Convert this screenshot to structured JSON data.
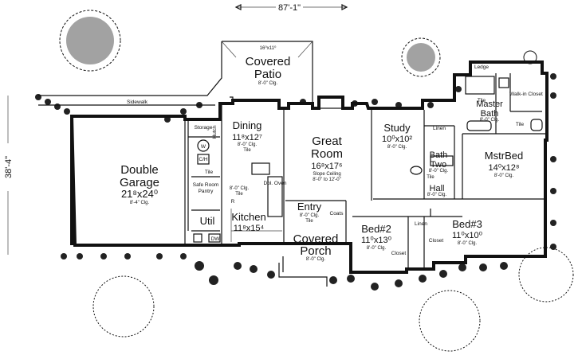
{
  "dimensions": {
    "width": "87'-1\"",
    "depth": "38'-4\""
  },
  "rooms": [
    {
      "key": "patio",
      "name_lines": [
        "Covered",
        "Patio"
      ],
      "size": "16⁰x11⁰",
      "note": "8'-0\" Clg."
    },
    {
      "key": "garage",
      "name_lines": [
        "Double",
        "Garage"
      ],
      "size": "21⁸x24⁰",
      "note": "8'-4\" Clg."
    },
    {
      "key": "dining",
      "name_lines": [
        "Dining"
      ],
      "size": "11⁸x12⁷",
      "note": "8'-0\" Clg.",
      "note2": "Tile"
    },
    {
      "key": "great",
      "name_lines": [
        "Great",
        "Room"
      ],
      "size": "16⁸x17⁶",
      "note": "Slope Ceiling",
      "note2": "8'-0\" to 12'-0\""
    },
    {
      "key": "study",
      "name_lines": [
        "Study"
      ],
      "size": "10⁰x10²",
      "note": "8'-0\" Clg."
    },
    {
      "key": "master_bath",
      "name_lines": [
        "Master",
        "Bath"
      ],
      "note": "8'-0\" Clg."
    },
    {
      "key": "mstr_bed",
      "name_lines": [
        "MstrBed"
      ],
      "size": "14⁰x12⁸",
      "note": "8'-0\" Clg."
    },
    {
      "key": "bath_two",
      "name_lines": [
        "Bath",
        "Two"
      ],
      "note": "8'-0\" Clg."
    },
    {
      "key": "hall",
      "name_lines": [
        "Hall"
      ],
      "note": "8'-0\" Clg."
    },
    {
      "key": "kitchen",
      "name_lines": [
        "Kitchen"
      ],
      "size": "11⁸x15⁴",
      "note": "8'-0\" Clg.",
      "note2": "Tile"
    },
    {
      "key": "util",
      "name_lines": [
        "Util"
      ]
    },
    {
      "key": "entry",
      "name_lines": [
        "Entry"
      ],
      "note": "8'-0\" Clg.",
      "note2": "Tile"
    },
    {
      "key": "porch",
      "name_lines": [
        "Covered",
        "Porch"
      ],
      "note": "8'-0\" Clg."
    },
    {
      "key": "bed2",
      "name_lines": [
        "Bed#2"
      ],
      "size": "11⁰x13⁰",
      "note": "8'-0\" Clg."
    },
    {
      "key": "bed3",
      "name_lines": [
        "Bed#3"
      ],
      "size": "11⁰x10⁰",
      "note": "8'-0\" Clg."
    }
  ],
  "labels": {
    "sidewalk": "Sidewalk",
    "storage": "Storage",
    "hutch": "Hutch",
    "w": "W",
    "cd": "C/H",
    "safe_room": "Safe Room",
    "pantry": "Pantry",
    "dw": "DW",
    "ref": "R",
    "dbl_oven": "Dbl. Oven",
    "coats": "Coats",
    "linen1": "Linen",
    "linen2": "Linen",
    "ledge": "Ledge",
    "tile1": "Tile",
    "tile2": "Tile",
    "tile3": "Tile",
    "walk_in_closet": "Walk-in Closet",
    "closet1": "Closet",
    "closet2": "Closet",
    "dining_clg": "8'-0\" Clg.",
    "dining_tile": "Tile",
    "study_clg": "8'-0\" Clg.",
    "bath_two_tile": "Tile"
  }
}
